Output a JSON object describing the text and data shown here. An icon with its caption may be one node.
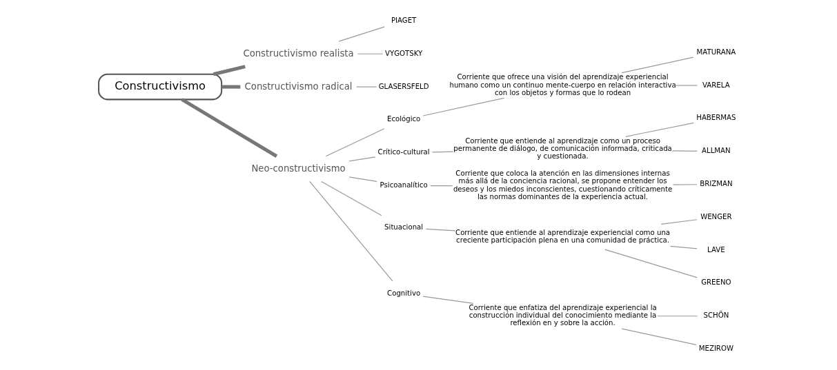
{
  "diagram": {
    "nodes": [
      {
        "text": [
          "Constructivismo"
        ]
      },
      {
        "text": [
          "Constructivismo realista"
        ]
      },
      {
        "text": [
          "PIAGET"
        ]
      },
      {
        "text": [
          "VYGOTSKY"
        ]
      },
      {
        "text": [
          "Constructivismo radical"
        ]
      },
      {
        "text": [
          "GLASERSFELD"
        ]
      },
      {
        "text": [
          "Neo-constructivismo"
        ]
      },
      {
        "text": [
          "Ecológico"
        ]
      },
      {
        "text": [
          "Corriente que ofrece una visión del aprendizaje experiencial humano como un continuo mente-cuerpo en relación interactiva con los objetos y formas que lo rodean"
        ]
      },
      {
        "text": [
          "MATURANA"
        ]
      },
      {
        "text": [
          "VARELA"
        ]
      },
      {
        "text": [
          "Crítico-cultural"
        ]
      },
      {
        "text": [
          "Corriente que entiende al aprendizaje como un proceso permanente de diálogo, de comunicación informada, criticada y cuestionada."
        ]
      },
      {
        "text": [
          "HABERMAS"
        ]
      },
      {
        "text": [
          "ALLMAN"
        ]
      },
      {
        "text": [
          "Psicoanalítico"
        ]
      },
      {
        "text": [
          "Corriente que coloca la atención en las dimensiones internas más allá de la conciencia racional, se propone entender los deseos y los miedos inconscientes, cuestionando críticamente las normas dominantes de la experiencia actual."
        ]
      },
      {
        "text": [
          "BRIZMAN"
        ]
      },
      {
        "text": [
          "Situacional"
        ]
      },
      {
        "text": [
          "Corriente que entiende al aprendizaje experiencial como una creciente participación plena en una comunidad de práctica."
        ]
      },
      {
        "text": [
          "WENGER"
        ]
      },
      {
        "text": [
          "LAVE"
        ]
      },
      {
        "text": [
          "GREENO"
        ]
      },
      {
        "text": [
          "Cognitivo"
        ]
      },
      {
        "text": [
          "Corriente que enfatiza del aprendizaje experiencial la construcción individual del conocimiento mediante la reflexión en y sobre la acción."
        ]
      },
      {
        "text": [
          "SCHÖN"
        ]
      },
      {
        "text": [
          "MEZIROW"
        ]
      }
    ],
    "edges": [
      {
        "from": 0,
        "to": 1,
        "arrow": "none",
        "style": "thick"
      },
      {
        "from": 1,
        "to": 2,
        "arrow": "none"
      },
      {
        "from": 1,
        "to": 3,
        "arrow": "none"
      },
      {
        "from": 0,
        "to": 4,
        "arrow": "none",
        "style": "thick"
      },
      {
        "from": 4,
        "to": 5,
        "arrow": "none"
      },
      {
        "from": 0,
        "to": 6,
        "arrow": "none",
        "style": "thick"
      },
      {
        "from": 6,
        "to": 7,
        "arrow": "none"
      },
      {
        "from": 7,
        "to": 8,
        "arrow": "none"
      },
      {
        "from": 8,
        "to": 9,
        "arrow": "none"
      },
      {
        "from": 8,
        "to": 10,
        "arrow": "none"
      },
      {
        "from": 6,
        "to": 11,
        "arrow": "none"
      },
      {
        "from": 11,
        "to": 12,
        "arrow": "none"
      },
      {
        "from": 12,
        "to": 13,
        "arrow": "none"
      },
      {
        "from": 12,
        "to": 14,
        "arrow": "none"
      },
      {
        "from": 6,
        "to": 15,
        "arrow": "none"
      },
      {
        "from": 15,
        "to": 16,
        "arrow": "none"
      },
      {
        "from": 16,
        "to": 17,
        "arrow": "none"
      },
      {
        "from": 6,
        "to": 18,
        "arrow": "none"
      },
      {
        "from": 18,
        "to": 19,
        "arrow": "none"
      },
      {
        "from": 19,
        "to": 20,
        "arrow": "none"
      },
      {
        "from": 19,
        "to": 21,
        "arrow": "none"
      },
      {
        "from": 19,
        "to": 22,
        "arrow": "none"
      },
      {
        "from": 6,
        "to": 23,
        "arrow": "none"
      },
      {
        "from": 23,
        "to": 24,
        "arrow": "none"
      },
      {
        "from": 24,
        "to": 25,
        "arrow": "none"
      },
      {
        "from": 24,
        "to": 26,
        "arrow": "none"
      }
    ]
  }
}
